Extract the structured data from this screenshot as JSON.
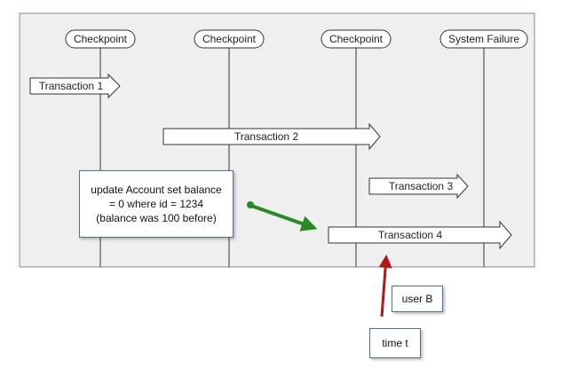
{
  "checkpoints": [
    {
      "id": "cp1",
      "label": "Checkpoint"
    },
    {
      "id": "cp2",
      "label": "Checkpoint"
    },
    {
      "id": "cp3",
      "label": "Checkpoint"
    },
    {
      "id": "failure",
      "label": "System Failure"
    }
  ],
  "transactions": [
    {
      "id": "t1",
      "label": "Transaction 1"
    },
    {
      "id": "t2",
      "label": "Transaction 2"
    },
    {
      "id": "t3",
      "label": "Transaction 3"
    },
    {
      "id": "t4",
      "label": "Transaction 4"
    }
  ],
  "notes": {
    "update_lines": [
      "update Account set balance",
      "= 0 where id = 1234",
      "(balance was 100 before)"
    ],
    "user_b": "user B",
    "time_t": "time t"
  },
  "colors": {
    "panel_background": "#efefef",
    "green_arrow": "#2a8a22",
    "red_arrow": "#b01818",
    "note_border": "#4a6fa0"
  }
}
